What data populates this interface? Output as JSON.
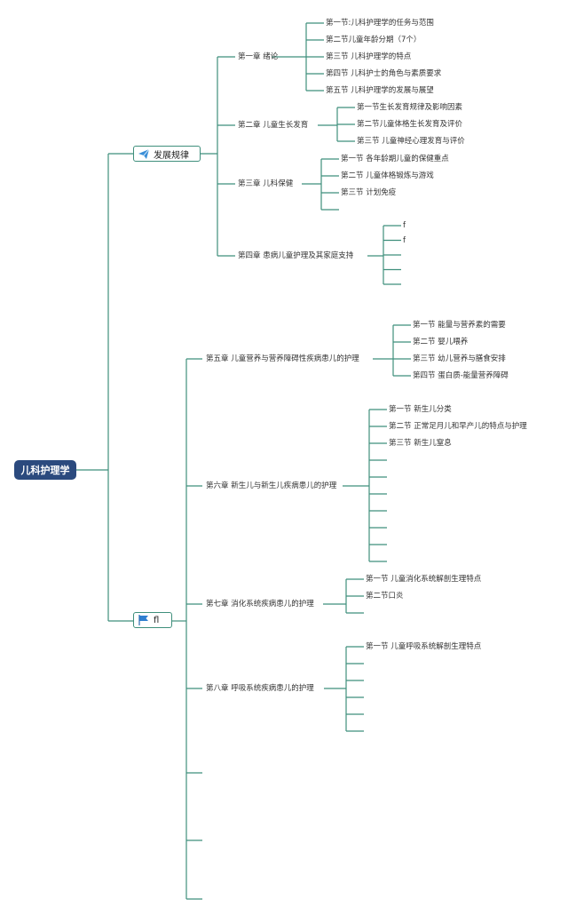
{
  "root": "儿科护理学",
  "branch1": {
    "label": "发展规律",
    "icon": "paper-plane-icon",
    "chapters": [
      {
        "label": "第一章 绪论",
        "sections": [
          "第一节:儿科护理学的任务与范围",
          "第二节儿童年龄分期（7个）",
          "第三节 儿科护理学的特点",
          "第四节 儿科护士的角色与素质要求",
          "第五节 儿科护理学的发展与展望"
        ]
      },
      {
        "label": "第二章 儿童生长发育",
        "sections": [
          "第一节生长发育规律及影响因素",
          "第二节儿童体格生长发育及评价",
          "第三节 儿童神经心理发育与评价"
        ]
      },
      {
        "label": "第三章 儿科保健",
        "sections": [
          "第一节 各年龄期儿童的保健重点",
          "第二节 儿童体格锻炼与游戏",
          "第三节 计划免疫",
          ""
        ]
      },
      {
        "label": "第四章 患病儿童护理及其家庭支持",
        "sections": [
          "f",
          "f",
          "",
          "",
          ""
        ]
      }
    ]
  },
  "branch2": {
    "label": "fl",
    "icon": "flag-icon",
    "chapters": [
      {
        "label": "第五章 儿童营养与营养障碍性疾病患儿的护理",
        "sections": [
          "第一节 能量与营养素的需要",
          "第二节 婴儿喂养",
          "第三节 幼儿营养与膳食安排",
          "第四节 蛋白质-能量营养障碍"
        ]
      },
      {
        "label": "第六章 新生儿与新生儿疾病患儿的护理",
        "sections": [
          "第一节 新生儿分类",
          "第二节 正常足月儿和早产儿的特点与护理",
          "第三节 新生儿窒息",
          "",
          "",
          "",
          "",
          "",
          "",
          ""
        ]
      },
      {
        "label": "第七章 消化系统疾病患儿的护理",
        "sections": [
          "第一节 儿童消化系统解剖生理特点",
          "第二节口炎",
          ""
        ]
      },
      {
        "label": "第八章 呼吸系统疾病患儿的护理",
        "sections": [
          "第一节 儿童呼吸系统解剖生理特点",
          "",
          "",
          "",
          "",
          ""
        ]
      },
      {
        "label": "",
        "sections": []
      },
      {
        "label": "",
        "sections": []
      },
      {
        "label": "",
        "sections": []
      }
    ]
  }
}
